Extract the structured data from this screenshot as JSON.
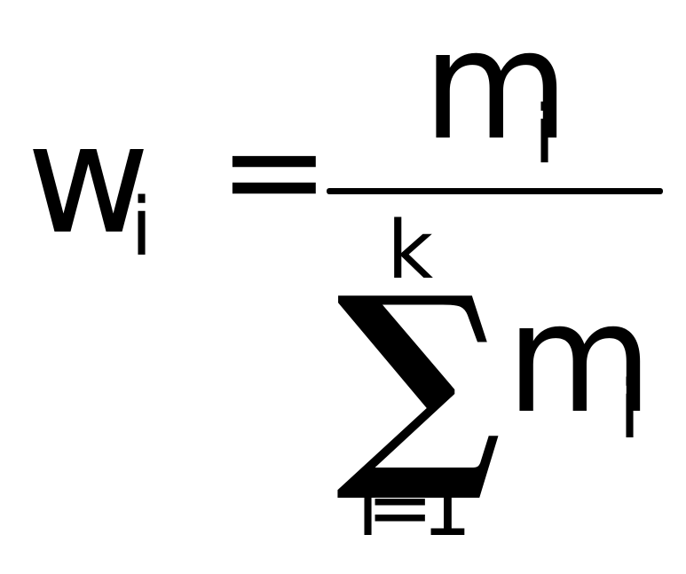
{
  "formula": {
    "lhs": {
      "variable": "w",
      "subscript": "i"
    },
    "equals": "=",
    "numerator": {
      "variable": "m",
      "subscript": "i"
    },
    "denominator": {
      "operator": "∑",
      "upper_limit": "k",
      "lower_limit": "i=1",
      "variable": "m",
      "subscript": "i"
    }
  }
}
